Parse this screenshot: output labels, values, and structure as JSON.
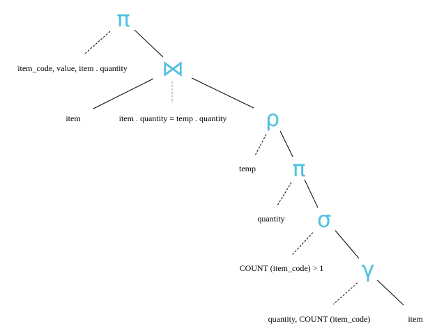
{
  "colors": {
    "operator": "#4fc0e0",
    "edge": "#000000",
    "dashed_edge": "#000000",
    "dashed_edge_light": "#999999",
    "text": "#000000"
  },
  "operators": {
    "project_top": "π",
    "join": "⋈",
    "rename": "ρ",
    "project_inner": "π",
    "select": "σ",
    "group": "γ"
  },
  "labels": {
    "project_top_attrs": "item_code, value, item . quantity",
    "join_left_relation": "item",
    "join_condition": "item . quantity = temp . quantity",
    "rename_target": "temp",
    "project_inner_attrs": "quantity",
    "select_condition": "COUNT (item_code) > 1",
    "group_attrs": "quantity, COUNT (item_code)",
    "group_relation": "item"
  }
}
